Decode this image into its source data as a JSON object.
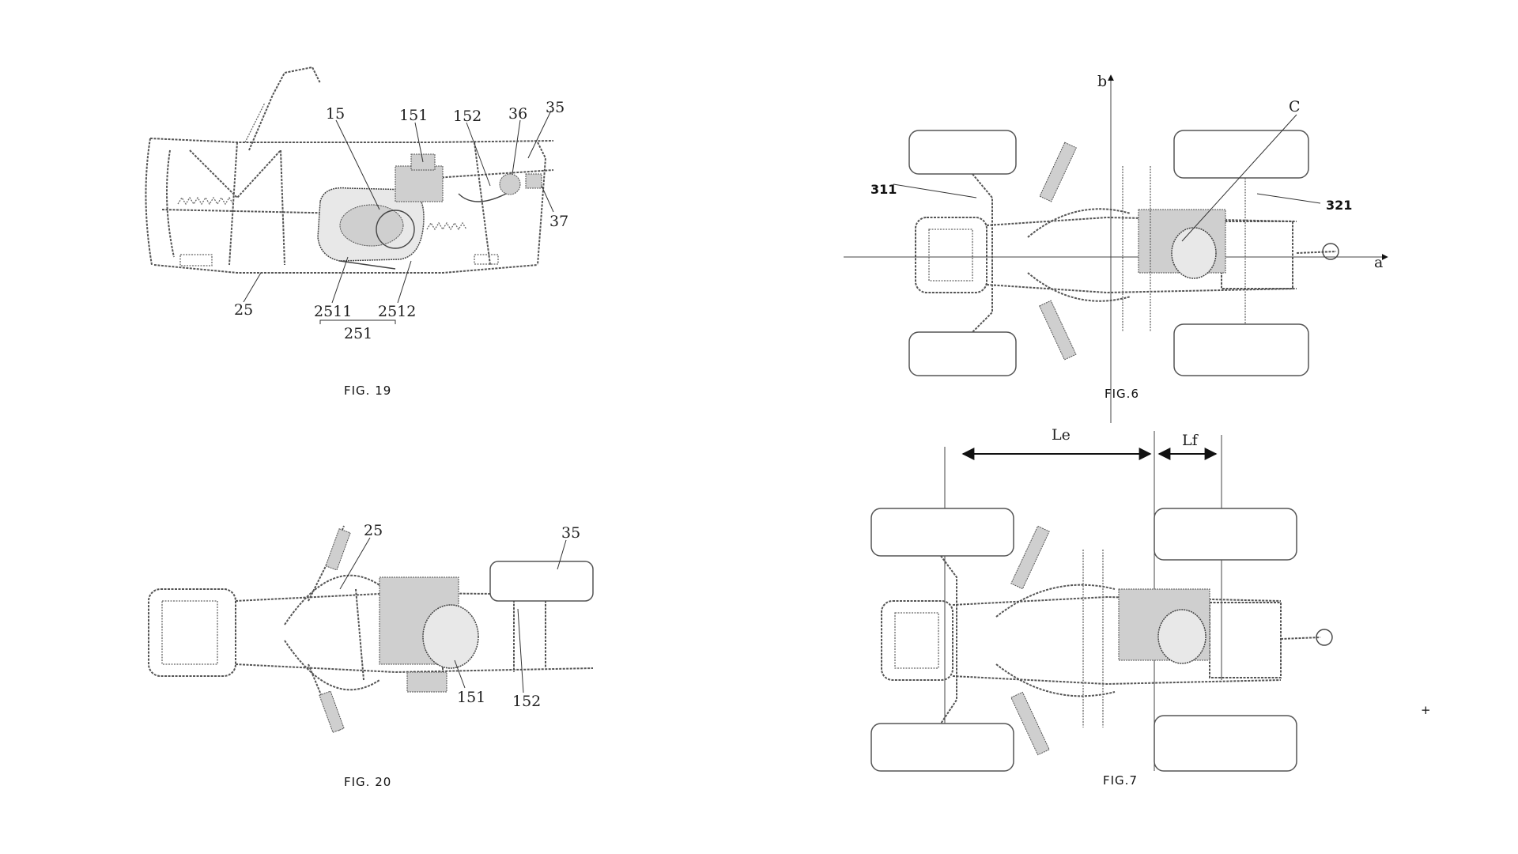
{
  "fig19": {
    "caption": "FIG. 19",
    "labels": {
      "l15": "15",
      "l151": "151",
      "l152": "152",
      "l36": "36",
      "l35": "35",
      "l37": "37",
      "l25": "25",
      "l2511": "2511",
      "l2512": "2512",
      "l251": "251"
    }
  },
  "fig20": {
    "caption": "FIG. 20",
    "labels": {
      "l25": "25",
      "l35": "35",
      "l151": "151",
      "l152": "152"
    }
  },
  "fig6": {
    "caption": "FIG.6",
    "labels": {
      "b": "b",
      "a": "a",
      "C": "C",
      "l311": "311",
      "l321": "321"
    }
  },
  "fig7": {
    "caption": "FIG.7",
    "labels": {
      "Le": "Le",
      "Lf": "Lf"
    }
  }
}
